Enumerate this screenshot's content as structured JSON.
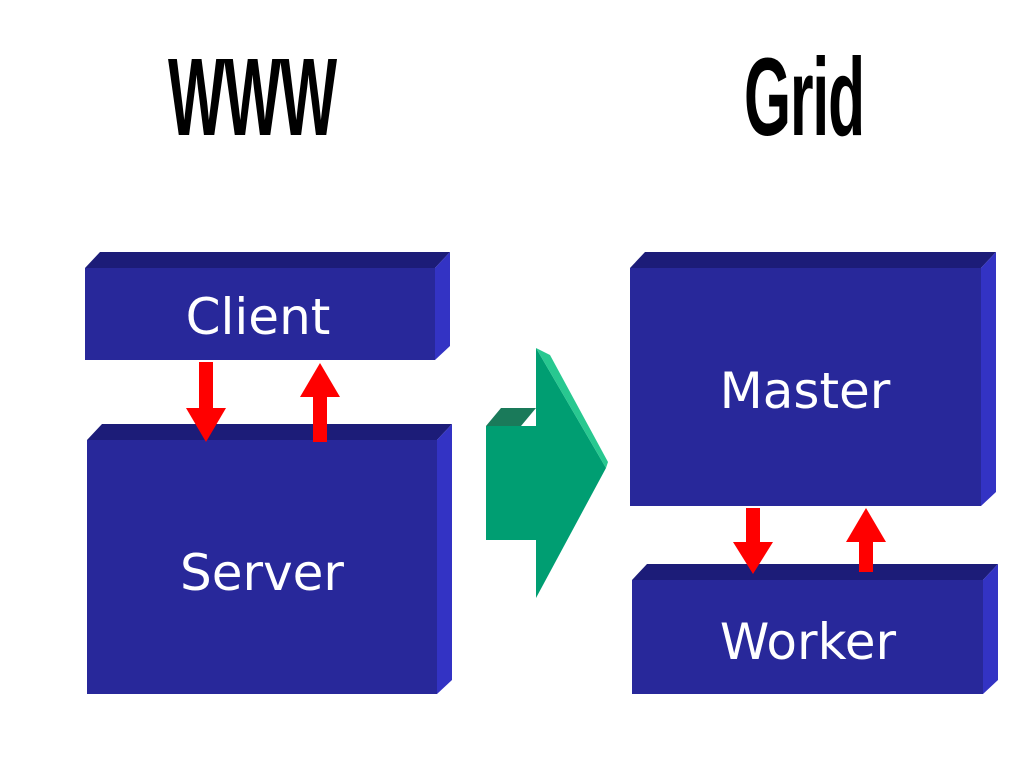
{
  "titles": {
    "left": "WWW",
    "right": "Grid"
  },
  "www": {
    "top_box": "Client",
    "bottom_box": "Server"
  },
  "grid": {
    "top_box": "Master",
    "bottom_box": "Worker"
  },
  "colors": {
    "box_face": "#28289a",
    "box_top": "#1c1c78",
    "box_side": "#3333c4",
    "arrow_red": "#ff0000",
    "transition_arrow": "#009e72",
    "transition_arrow_light": "#28c890"
  }
}
